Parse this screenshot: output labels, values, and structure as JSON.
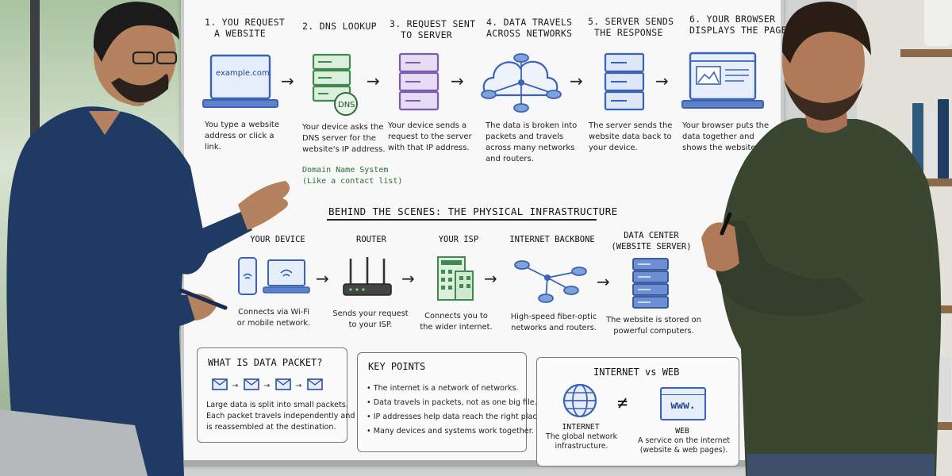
{
  "steps": [
    {
      "title_lines": [
        "1. You request",
        "a website"
      ],
      "desc_lines": [
        "You type a website",
        "address or click a",
        "link."
      ]
    },
    {
      "title_lines": [
        "2. DNS lookup"
      ],
      "desc_lines": [
        "Your device asks the",
        "DNS server for the",
        "website's IP address."
      ]
    },
    {
      "title_lines": [
        "3. Request sent",
        "to server"
      ],
      "desc_lines": [
        "Your device sends a",
        "request to the server",
        "with that IP address."
      ]
    },
    {
      "title_lines": [
        "4. Data travels",
        "across networks"
      ],
      "desc_lines": [
        "The data is broken into",
        "packets and travels",
        "across many networks",
        "and routers."
      ]
    },
    {
      "title_lines": [
        "5. Server sends",
        "the response"
      ],
      "desc_lines": [
        "The server sends the",
        "website data back to",
        "your device."
      ]
    },
    {
      "title_lines": [
        "6. Your browser",
        "displays the page"
      ],
      "desc_lines": [
        "Your browser puts the",
        "data together and",
        "shows the website."
      ]
    }
  ],
  "laptop_screen_text": "example.com",
  "dns_badge": "DNS",
  "dns_note": [
    "Domain Name System",
    "(Like a contact list)"
  ],
  "section_title": "BEHIND THE SCENES: THE PHYSICAL INFRASTRUCTURE",
  "infra": [
    {
      "title_lines": [
        "Your device"
      ],
      "desc_lines": [
        "Connects via Wi-Fi",
        "or mobile network."
      ]
    },
    {
      "title_lines": [
        "Router"
      ],
      "desc_lines": [
        "Sends your request",
        "to your ISP."
      ]
    },
    {
      "title_lines": [
        "Your ISP"
      ],
      "desc_lines": [
        "Connects you to",
        "the wider internet."
      ]
    },
    {
      "title_lines": [
        "Internet backbone"
      ],
      "desc_lines": [
        "High-speed fiber-optic",
        "networks and routers."
      ]
    },
    {
      "title_lines": [
        "Data center",
        "(website server)"
      ],
      "desc_lines": [
        "The website is stored on",
        "powerful computers."
      ]
    }
  ],
  "packet_box": {
    "title": "WHAT IS DATA PACKET?",
    "lines": [
      "Large data is split into small packets.",
      "Each packet travels independently and",
      "is reassembled at the destination."
    ]
  },
  "key_points": {
    "title": "KEY POINTS",
    "bullets": [
      "The internet is a network of networks.",
      "Data travels in packets, not as one big file.",
      "IP addresses help data reach the right place.",
      "Many devices and systems work together."
    ]
  },
  "internet_vs_web": {
    "title": "INTERNET vs WEB",
    "neq": "≠",
    "internet_label": "INTERNET",
    "internet_desc": [
      "The global network",
      "infrastructure."
    ],
    "web_label": "WEB",
    "web_badge": "www.",
    "web_desc": [
      "A service on the internet",
      "(website & web pages)."
    ]
  },
  "colors": {
    "blue_icon": "#3a63b8",
    "purple_icon": "#7d5bb0",
    "green_icon": "#3f8a4e",
    "ink": "#222222"
  }
}
